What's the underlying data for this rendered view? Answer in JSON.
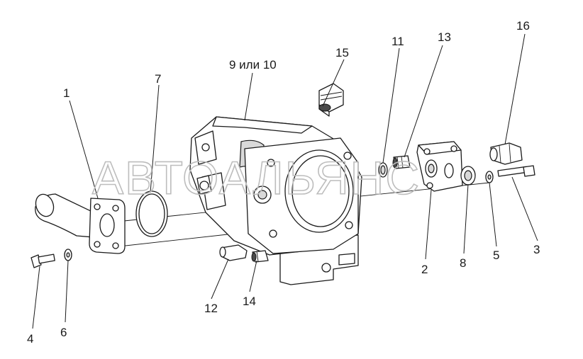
{
  "watermark": "АВТОАЛЬЯНС",
  "callouts": [
    {
      "id": "c1",
      "label": "1"
    },
    {
      "id": "c2",
      "label": "2"
    },
    {
      "id": "c3",
      "label": "3"
    },
    {
      "id": "c4",
      "label": "4"
    },
    {
      "id": "c5",
      "label": "5"
    },
    {
      "id": "c6",
      "label": "6"
    },
    {
      "id": "c7",
      "label": "7"
    },
    {
      "id": "c8",
      "label": "8"
    },
    {
      "id": "c9",
      "label": "9 или 10"
    },
    {
      "id": "c11",
      "label": "11"
    },
    {
      "id": "c12",
      "label": "12"
    },
    {
      "id": "c13",
      "label": "13"
    },
    {
      "id": "c14",
      "label": "14"
    },
    {
      "id": "c15",
      "label": "15"
    },
    {
      "id": "c16",
      "label": "16"
    }
  ]
}
